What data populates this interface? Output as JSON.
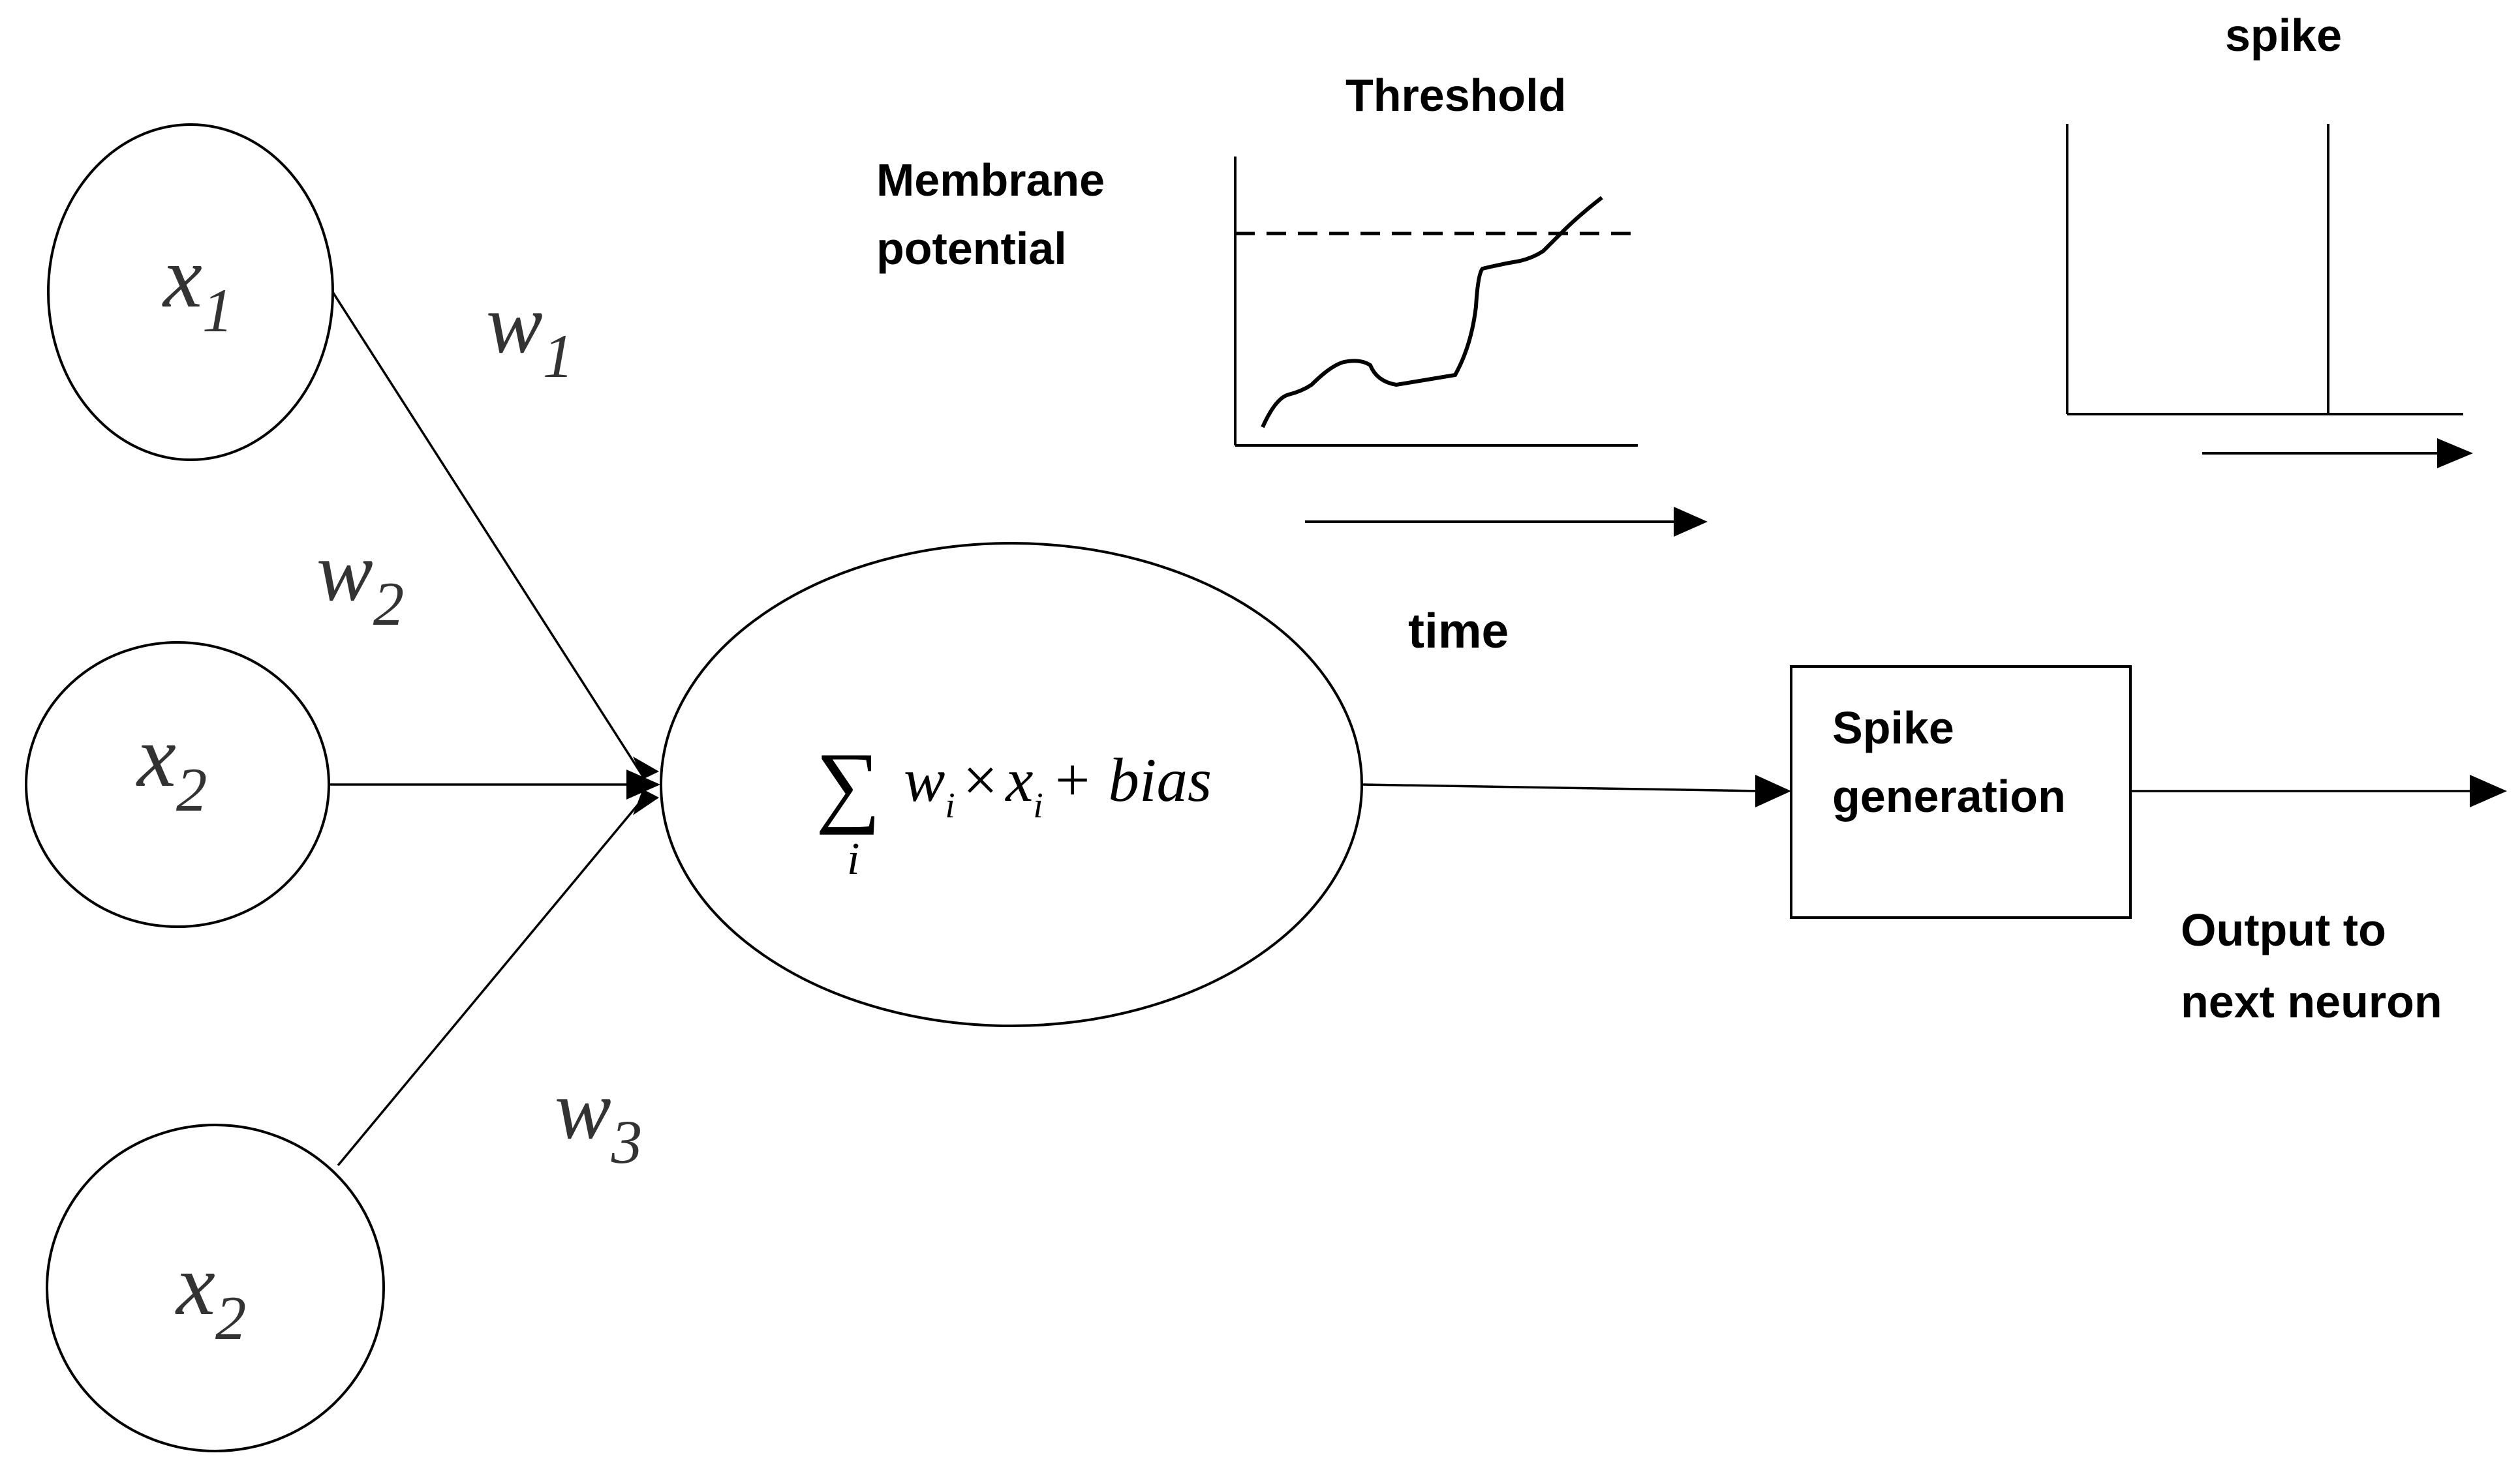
{
  "inputs": [
    {
      "symbol": "x",
      "subscript": "1"
    },
    {
      "symbol": "x",
      "subscript": "2"
    },
    {
      "symbol": "x",
      "subscript": "2"
    }
  ],
  "weights": [
    {
      "symbol": "w",
      "subscript": "1"
    },
    {
      "symbol": "w",
      "subscript": "2"
    },
    {
      "symbol": "w",
      "subscript": "3"
    }
  ],
  "neuron": {
    "sum_symbol": "∑",
    "sum_index": "i",
    "w": "w",
    "w_sub": "i",
    "times": "×",
    "x": "x",
    "x_sub": "i",
    "plus_bias": "+ bias"
  },
  "membrane_label_line1": "Membrane",
  "membrane_label_line2": "potential",
  "threshold_label": "Threshold",
  "time_label": "time",
  "spike_label": "spike",
  "spike_box": {
    "line1": "Spike",
    "line2": "generation"
  },
  "output_label_line1": "Output to",
  "output_label_line2": "next neuron"
}
